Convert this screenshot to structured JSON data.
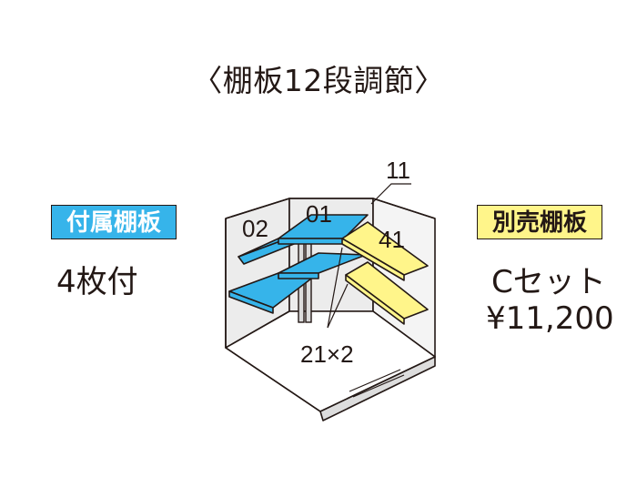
{
  "title": "〈棚板12段調節〉",
  "included": {
    "badge": "付属棚板",
    "count": "4枚付"
  },
  "optional": {
    "badge": "別売棚板",
    "set_name": "Cセット",
    "price": "¥11,200"
  },
  "diagram": {
    "labels": {
      "shelf_01": "01",
      "shelf_02": "02",
      "shelf_11": "11",
      "shelf_41": "41",
      "support_21x2": "21×2"
    }
  },
  "colors": {
    "included_shelf": "#36b4ea",
    "optional_shelf": "#fff58a",
    "wall_fill": "#efefef",
    "outline": "#231815"
  }
}
